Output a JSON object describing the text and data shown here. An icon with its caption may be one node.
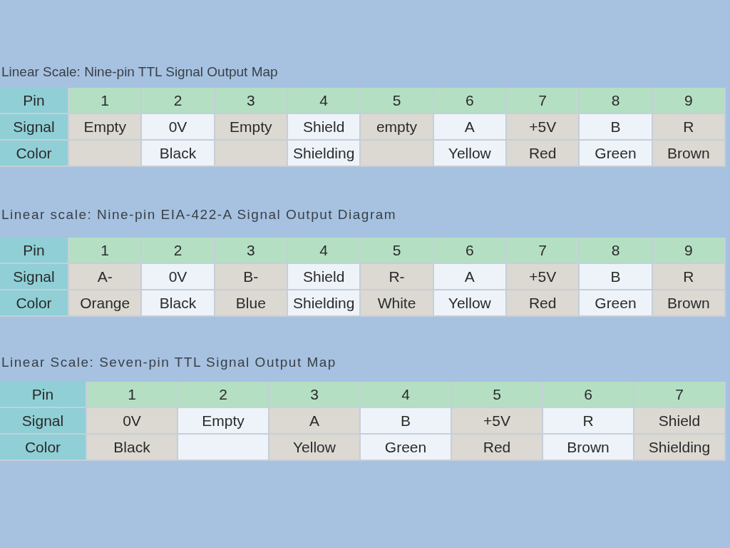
{
  "diagram": {
    "nodes": [
      {
        "text": [
          "Linear Scale: Nine-pin TTL Signal Output Map"
        ]
      },
      {
        "text": [
          "Pin"
        ],
        "in": 0
      },
      {
        "text": [
          "1"
        ],
        "in": 0
      },
      {
        "text": [
          "2"
        ],
        "in": 0
      },
      {
        "text": [
          "3"
        ],
        "in": 0
      },
      {
        "text": [
          "4"
        ],
        "in": 0
      },
      {
        "text": [
          "5"
        ],
        "in": 0
      },
      {
        "text": [
          "6"
        ],
        "in": 0
      },
      {
        "text": [
          "7"
        ],
        "in": 0
      },
      {
        "text": [
          "8"
        ],
        "in": 0
      },
      {
        "text": [
          "9"
        ],
        "in": 0
      },
      {
        "text": [
          "Signal"
        ],
        "in": 0
      },
      {
        "text": [
          "Empty"
        ],
        "in": 0
      },
      {
        "text": [
          "0V"
        ],
        "in": 0
      },
      {
        "text": [
          "Empty"
        ],
        "in": 0
      },
      {
        "text": [
          "Shield"
        ],
        "in": 0
      },
      {
        "text": [
          "empty"
        ],
        "in": 0
      },
      {
        "text": [
          "A"
        ],
        "in": 0
      },
      {
        "text": [
          "+5V"
        ],
        "in": 0
      },
      {
        "text": [
          "B"
        ],
        "in": 0
      },
      {
        "text": [
          "R"
        ],
        "in": 0
      },
      {
        "text": [
          "Color"
        ],
        "in": 0
      },
      {
        "text": [],
        "shape": "box",
        "in": 0
      },
      {
        "text": [
          "Black"
        ],
        "in": 0
      },
      {
        "text": [],
        "shape": "box",
        "in": 0
      },
      {
        "text": [
          "Shielding"
        ],
        "in": 0
      },
      {
        "text": [],
        "shape": "box",
        "in": 0
      },
      {
        "text": [
          "Yellow"
        ],
        "in": 0
      },
      {
        "text": [
          "Red"
        ],
        "in": 0
      },
      {
        "text": [
          "Green"
        ],
        "in": 0
      },
      {
        "text": [
          "Brown"
        ],
        "in": 0
      },
      {
        "text": [
          "Linear scale: Nine-pin EIA-422-A Signal Output Diagram"
        ]
      },
      {
        "text": [
          "Pin"
        ],
        "in": 31
      },
      {
        "text": [
          "1"
        ],
        "in": 31
      },
      {
        "text": [
          "2"
        ],
        "in": 31
      },
      {
        "text": [
          "3"
        ],
        "in": 31
      },
      {
        "text": [
          "4"
        ],
        "in": 31
      },
      {
        "text": [
          "5"
        ],
        "in": 31
      },
      {
        "text": [
          "6"
        ],
        "in": 31
      },
      {
        "text": [
          "7"
        ],
        "in": 31
      },
      {
        "text": [
          "8"
        ],
        "in": 31
      },
      {
        "text": [
          "9"
        ],
        "in": 31
      },
      {
        "text": [
          "Signal"
        ],
        "in": 31
      },
      {
        "text": [
          "A-"
        ],
        "in": 31
      },
      {
        "text": [
          "0V"
        ],
        "in": 31
      },
      {
        "text": [
          "B-"
        ],
        "in": 31
      },
      {
        "text": [
          "Shield"
        ],
        "in": 31
      },
      {
        "text": [
          "R-"
        ],
        "in": 31
      },
      {
        "text": [
          "A"
        ],
        "in": 31
      },
      {
        "text": [
          "+5V"
        ],
        "in": 31
      },
      {
        "text": [
          "B"
        ],
        "in": 31
      },
      {
        "text": [
          "R"
        ],
        "in": 31
      },
      {
        "text": [
          "Color"
        ],
        "in": 31
      },
      {
        "text": [
          "Orange"
        ],
        "in": 31
      },
      {
        "text": [
          "Black"
        ],
        "in": 31
      },
      {
        "text": [
          "Blue"
        ],
        "in": 31
      },
      {
        "text": [
          "Shielding"
        ],
        "in": 31
      },
      {
        "text": [
          "White"
        ],
        "in": 31
      },
      {
        "text": [
          "Yellow"
        ],
        "in": 31
      },
      {
        "text": [
          "Red"
        ],
        "in": 31
      },
      {
        "text": [
          "Green"
        ],
        "in": 31
      },
      {
        "text": [
          "Brown"
        ],
        "in": 31
      },
      {
        "text": [
          "Linear Scale: Seven-pin TTL Signal Output Map"
        ]
      },
      {
        "text": [
          "Pin"
        ],
        "in": 62
      },
      {
        "text": [
          "1"
        ],
        "in": 62
      },
      {
        "text": [
          "2"
        ],
        "in": 62
      },
      {
        "text": [
          "3"
        ],
        "in": 62
      },
      {
        "text": [
          "4"
        ],
        "in": 62
      },
      {
        "text": [
          "5"
        ],
        "in": 62
      },
      {
        "text": [
          "6"
        ],
        "in": 62
      },
      {
        "text": [
          "7"
        ],
        "in": 62
      },
      {
        "text": [
          "Signal"
        ],
        "in": 62
      },
      {
        "text": [
          "0V"
        ],
        "in": 62
      },
      {
        "text": [
          "Empty"
        ],
        "in": 62
      },
      {
        "text": [
          "A"
        ],
        "in": 62
      },
      {
        "text": [
          "B"
        ],
        "in": 62
      },
      {
        "text": [
          "+5V"
        ],
        "in": 62
      },
      {
        "text": [
          "R"
        ],
        "in": 62
      },
      {
        "text": [
          "Shield"
        ],
        "in": 62
      },
      {
        "text": [
          "Color"
        ],
        "in": 62
      },
      {
        "text": [
          "Black"
        ],
        "in": 62
      },
      {
        "text": [],
        "shape": "box",
        "in": 62
      },
      {
        "text": [
          "Yellow"
        ],
        "in": 62
      },
      {
        "text": [
          "Green"
        ],
        "in": 62
      },
      {
        "text": [
          "Red"
        ],
        "in": 62
      },
      {
        "text": [
          "Brown"
        ],
        "in": 62
      },
      {
        "text": [
          "Shielding"
        ],
        "in": 62
      }
    ]
  }
}
